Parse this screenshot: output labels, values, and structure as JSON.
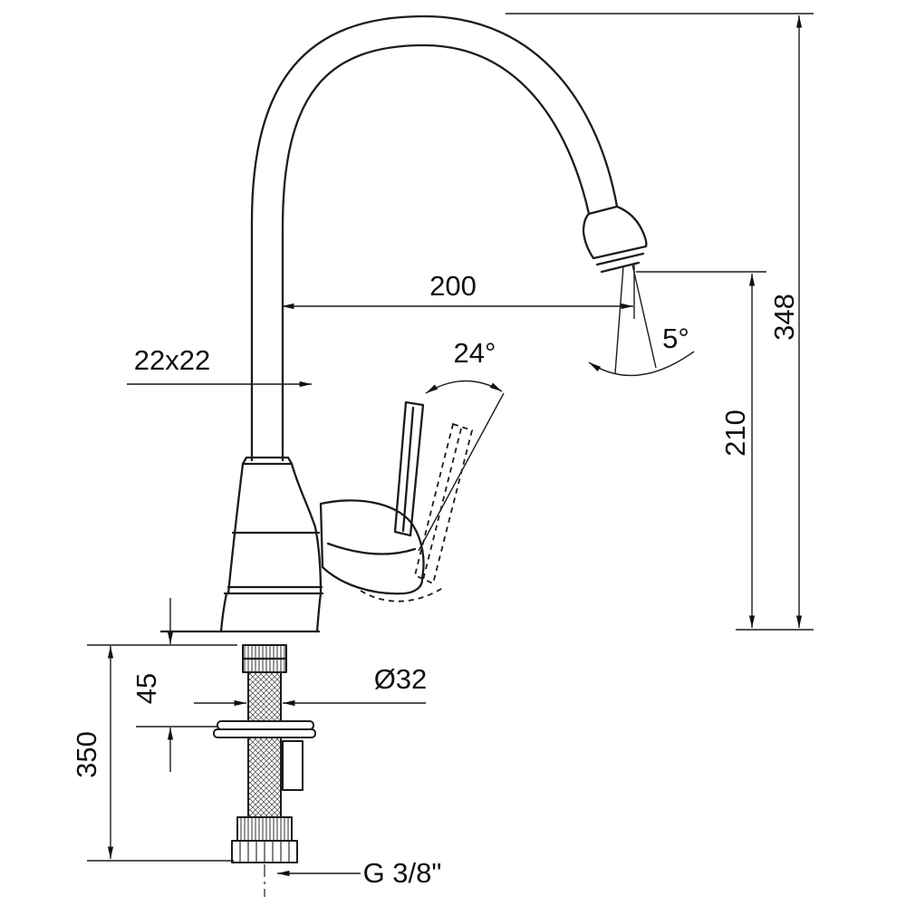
{
  "drawing": {
    "type": "faucet-technical-drawing",
    "line_color": "#1c1c1c",
    "background": "#ffffff"
  },
  "dims": {
    "reach": "200",
    "overall_height": "348",
    "outlet_height": "210",
    "body_section": "22x22",
    "handle_angle": "24°",
    "swivel_angle": "5°",
    "deck_thickness": "45",
    "under_counter": "350",
    "hole_diameter": "Ø32",
    "thread": "G 3/8\""
  }
}
